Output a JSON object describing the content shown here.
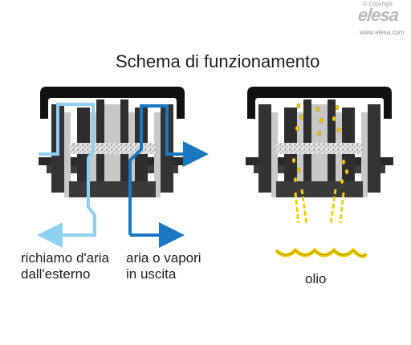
{
  "header": {
    "copyright": "© Copyright",
    "logo": "elesa",
    "website": "www.elesa.com"
  },
  "title": "Schema di funzionamento",
  "labels": {
    "air_in": [
      "richiamo d'aria",
      "dall'esterno"
    ],
    "air_out": [
      "aria o vapori",
      "in uscita"
    ],
    "oil": "olio"
  },
  "colors": {
    "cap": "#111111",
    "body": "#3a3a3a",
    "light_gray": "#c8c8c8",
    "filter": "#dcdcdc",
    "air_in": "#8fd0f0",
    "air_out": "#1a78c2",
    "oil": "#f3d000"
  }
}
